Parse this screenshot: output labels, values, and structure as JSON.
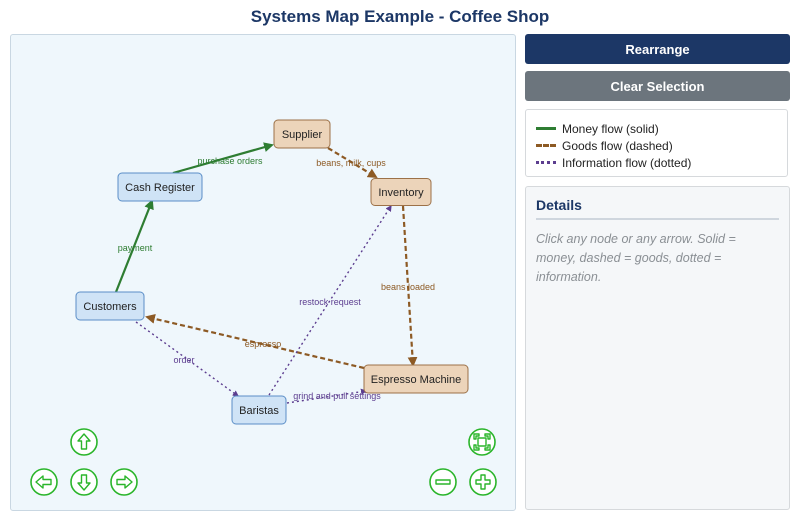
{
  "title": "Systems Map Example - Coffee Shop",
  "buttons": {
    "rearrange": "Rearrange",
    "clear": "Clear Selection"
  },
  "legend": [
    {
      "label": "Money flow (solid)",
      "style": "solid",
      "color": "#2e7d32"
    },
    {
      "label": "Goods flow (dashed)",
      "style": "dashed",
      "color": "#8d5a24"
    },
    {
      "label": "Information flow (dotted)",
      "style": "dotted",
      "color": "#5c3d8f"
    }
  ],
  "details": {
    "title": "Details",
    "text": "Click any node or any arrow. Solid = money, dashed = goods, dotted = information."
  },
  "colors": {
    "money": "#2e7d32",
    "goods": "#8d5a24",
    "info": "#5c3d8f",
    "customer_node_fill": "#cfe3f6",
    "customer_node_stroke": "#5b8ec7",
    "supply_node_fill": "#ecd4ba",
    "supply_node_stroke": "#9c7148",
    "nav_green": "#2bb52b"
  },
  "nodes": [
    {
      "id": "supplier",
      "label": "Supplier",
      "kind": "supply"
    },
    {
      "id": "cash_register",
      "label": "Cash Register",
      "kind": "customer"
    },
    {
      "id": "inventory",
      "label": "Inventory",
      "kind": "supply"
    },
    {
      "id": "customers",
      "label": "Customers",
      "kind": "customer"
    },
    {
      "id": "espresso_machine",
      "label": "Espresso Machine",
      "kind": "supply"
    },
    {
      "id": "baristas",
      "label": "Baristas",
      "kind": "customer"
    }
  ],
  "edges": [
    {
      "from": "cash_register",
      "to": "supplier",
      "label": "purchase orders",
      "type": "money"
    },
    {
      "from": "supplier",
      "to": "inventory",
      "label": "beans, milk, cups",
      "type": "goods"
    },
    {
      "from": "customers",
      "to": "cash_register",
      "label": "payment",
      "type": "money"
    },
    {
      "from": "inventory",
      "to": "espresso_machine",
      "label": "beans loaded",
      "type": "goods"
    },
    {
      "from": "espresso_machine",
      "to": "customers",
      "label": "espresso",
      "type": "goods"
    },
    {
      "from": "customers",
      "to": "baristas",
      "label": "order",
      "type": "info"
    },
    {
      "from": "baristas",
      "to": "inventory",
      "label": "restock request",
      "type": "info"
    },
    {
      "from": "baristas",
      "to": "espresso_machine",
      "label": "grind and pull settings",
      "type": "info"
    }
  ],
  "nav_controls": [
    {
      "name": "pan-up-button",
      "icon": "arrow-up-icon"
    },
    {
      "name": "pan-left-button",
      "icon": "arrow-left-icon"
    },
    {
      "name": "pan-down-button",
      "icon": "arrow-down-icon"
    },
    {
      "name": "pan-right-button",
      "icon": "arrow-right-icon"
    },
    {
      "name": "fit-view-button",
      "icon": "fit-view-icon"
    },
    {
      "name": "zoom-out-button",
      "icon": "zoom-out-icon"
    },
    {
      "name": "zoom-in-button",
      "icon": "zoom-in-icon"
    }
  ]
}
